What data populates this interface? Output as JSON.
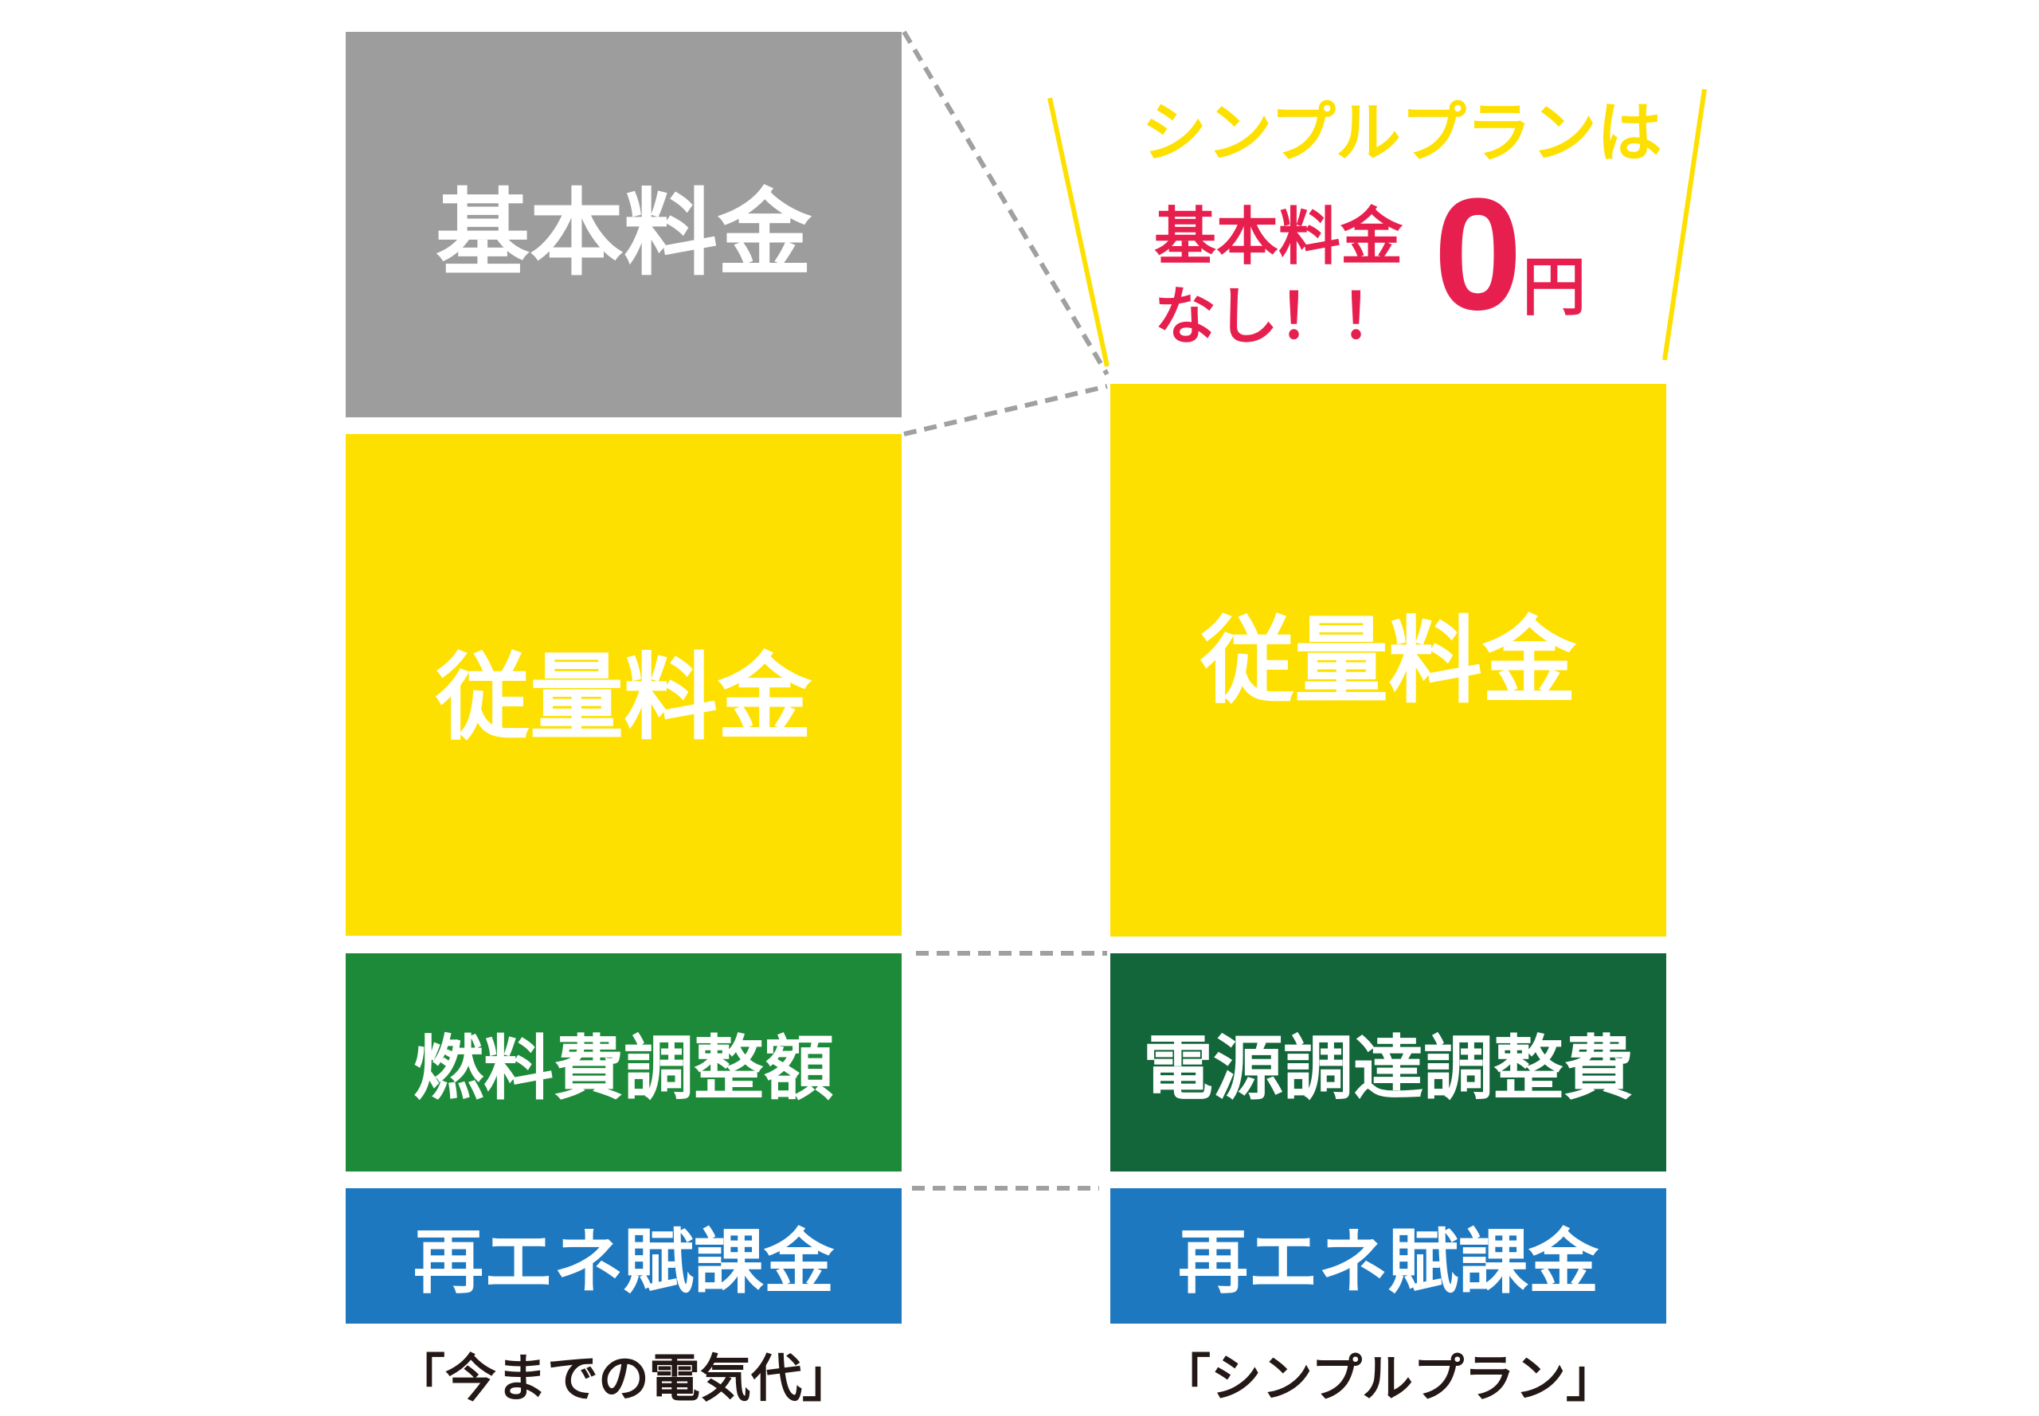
{
  "colors": {
    "gray": "#9d9d9e",
    "yellow": "#fde000",
    "green": "#1d8a3a",
    "dark_green": "#13653a",
    "blue": "#1d78c0",
    "promo_yellow": "#fde000",
    "promo_red": "#e71f4e",
    "connector": "#a0a0a0"
  },
  "current_plan": {
    "basic_fee": "基本料金",
    "usage_fee": "従量料金",
    "fuel_adjustment": "燃料費調整額",
    "renewable_levy": "再エネ賦課金",
    "caption": "「今までの電気代」"
  },
  "simple_plan": {
    "usage_fee": "従量料金",
    "procurement_adjustment": "電源調達調整費",
    "renewable_levy": "再エネ賦課金",
    "caption": "「シンプルプラン」"
  },
  "promo": {
    "headline": "シンプルプランは",
    "line1": "基本料金",
    "line2": "なし！！",
    "big_number": "0",
    "unit": "円"
  }
}
